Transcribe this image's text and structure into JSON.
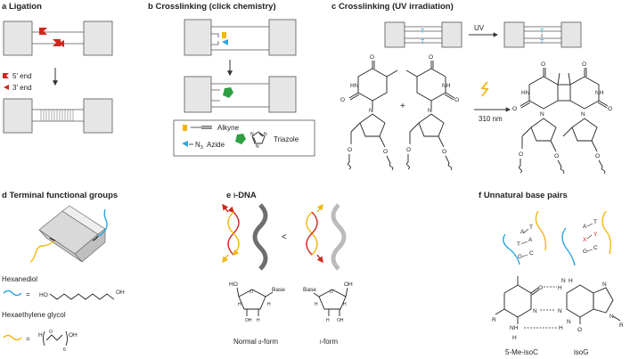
{
  "panels": {
    "a": {
      "letter": "a",
      "title": "Ligation",
      "end5": "5′ end",
      "end3": "3′ end"
    },
    "b": {
      "letter": "b",
      "title": "Crosslinking (click chemistry)",
      "legend": {
        "alkyne": "Alkyne",
        "azide": "Azide",
        "azide_prefix": "N",
        "azide_sub": "3",
        "triazole": "Triazole"
      }
    },
    "c": {
      "letter": "c",
      "title": "Crosslinking (UV irradiation)",
      "uv": "UV",
      "wavelength": "310 nm",
      "base_t": "T",
      "plus": "+"
    },
    "d": {
      "letter": "d",
      "title": "Terminal functional groups",
      "hexanediol": "Hexanediol",
      "heg": "Hexaethylene glycol",
      "eq": "=",
      "ho": "HO",
      "oh": "OH",
      "h": "H",
      "o": "O",
      "sub6": "6"
    },
    "e": {
      "letter": "e",
      "title_prefix": "",
      "title_small": "l",
      "title_rest": "-DNA",
      "lt": "<",
      "normal_label": "Normal ",
      "normal_small": "d",
      "normal_rest": "-form",
      "l_small": "l",
      "l_rest": "-form",
      "base": "Base",
      "oh": "OH",
      "h": "H",
      "o": "O",
      "ho": "HO"
    },
    "f": {
      "letter": "f",
      "title": "Unnatural base pairs",
      "pair1": [
        "A",
        "T",
        "T",
        "A",
        "G",
        "C"
      ],
      "pair2": [
        "A",
        "T",
        "X",
        "Y",
        "G",
        "C"
      ],
      "mol1": "5-Me-isoC",
      "mol2": "isoG",
      "r": "R",
      "n": "N",
      "h": "H",
      "o": "O"
    }
  },
  "colors": {
    "red": "#d0261d",
    "blue": "#29a8dc",
    "yellow": "#f2b712",
    "green": "#2ea043",
    "dark": "#333333",
    "grey": "#b9b9b9"
  }
}
